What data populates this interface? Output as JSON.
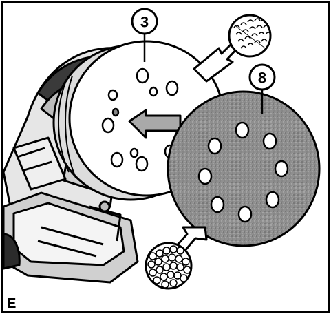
{
  "figure": {
    "panel_letter": "E",
    "callouts": [
      {
        "id": "backing-pad",
        "number": "3"
      },
      {
        "id": "sanding-disc",
        "number": "8"
      }
    ],
    "sanding_disc_holes": 8,
    "colors": {
      "line": "#000000",
      "paper": "#ffffff",
      "disc_fill": "#8f8f8f",
      "tool_fill": "#d9d9d9",
      "arrow_fill": "#a9a9a9"
    },
    "icons": [
      "hook-detail-icon",
      "loop-detail-icon",
      "direction-arrow-icon"
    ]
  }
}
